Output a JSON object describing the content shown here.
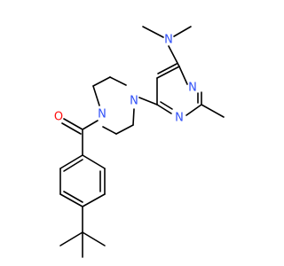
{
  "molecule": {
    "atoms": {
      "n_dimethylamino": "N",
      "n_pyrimidine_upper": "N",
      "n_pyrimidine_lower": "N",
      "n_piperazine_right": "N",
      "n_piperazine_left": "N",
      "o_carbonyl": "O"
    },
    "colors": {
      "nitrogen": "#3050f8",
      "oxygen": "#ff0d0d",
      "carbon": "#000000"
    }
  }
}
